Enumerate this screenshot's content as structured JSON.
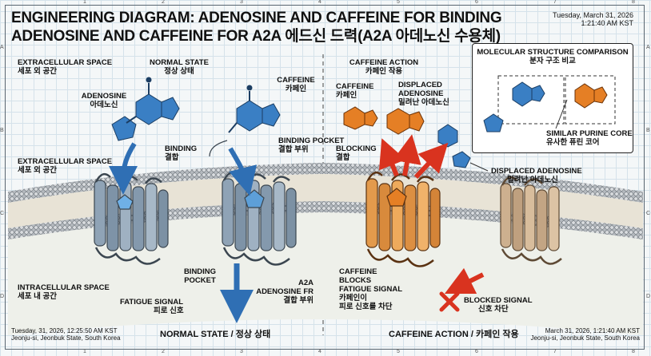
{
  "title": {
    "line1": "ENGINEERING DIAGRAM: ADENOSINE AND CAFFEINE FOR BINDING",
    "line2": "ADENOSINE AND CAFFEINE FOR A2A 에드신 드력(A2A 아데노신 수용체)"
  },
  "timestamp_top": {
    "date": "Tuesday, March 31, 2026",
    "time": "1:21:40 AM KST"
  },
  "left": {
    "extracellular_1": {
      "en": "EXTRACELLULAR SPACE",
      "ko": "세포 외 공간"
    },
    "normal_state": {
      "en": "NORMAL STATE",
      "ko": "정상 상태"
    },
    "adenosine": {
      "en": "ADENOSINE",
      "ko": "아데노신"
    },
    "caffeine": {
      "en": "CAFFEINE",
      "ko": "카페인"
    },
    "binding": {
      "en": "BINDING",
      "ko": "결합"
    },
    "binding_pocket_top": {
      "en": "BINDING POCKET",
      "ko": "결합 부위"
    },
    "extracellular_2": {
      "en": "EXTRACELLULAR SPACE",
      "ko": "세포 외 공간"
    },
    "intracellular": {
      "en": "INTRACELLULAR SPACE",
      "ko": "세포 내 공간"
    },
    "binding_pocket_bottom": {
      "en": "BINDING POCKET"
    },
    "receptor": {
      "en": "A2A ADENOSINE FR",
      "ko": "결합 부위"
    },
    "fatigue_signal": {
      "en": "FATIGUE SIGNAL",
      "ko": "피로 신호"
    },
    "footer_time": "Tuesday, 31, 2026, 12:25:50 AM KST",
    "footer_place": "Jeonju-si, Jeonbuk State, South Korea",
    "footer_title": "NORMAL STATE / 정상 상태"
  },
  "right": {
    "caffeine_action": {
      "en": "CAFFEINE ACTION",
      "ko": "카페인 작용"
    },
    "caffeine": {
      "en": "CAFFEINE",
      "ko": "카페인"
    },
    "displaced_top": {
      "en1": "DISPLACED",
      "en2": "ADENOSINE",
      "ko": "밀려난 아데노신"
    },
    "blocking": {
      "en": "BLOCKING",
      "ko": "결합"
    },
    "displaced_mid": {
      "en": "DISPLACED ADENOSINE",
      "ko": "밀려난 아데노신"
    },
    "caffeine_blocks": {
      "en1": "CAFFEINE",
      "en2": "BLOCKS",
      "en3": "FATIGUE SIGNAL",
      "ko1": "카페인이",
      "ko2": "피로 신호를 차단"
    },
    "blocked_signal": {
      "en": "BLOCKED SIGNAL",
      "ko": "신호 차단"
    },
    "footer_title": "CAFFEINE ACTION / 카페인 작용",
    "footer_time": "March 31, 2026, 1:21:40 AM KST",
    "footer_place": "Jeonju-si, Jeonbuk State, South Korea"
  },
  "inset": {
    "title_en": "MOLECULAR STRUCTURE COMPARISON",
    "title_ko": "분자 구조 비교",
    "similar_en": "SIMILAR PURINE CORE",
    "similar_ko": "유사한 퓨린 코어"
  },
  "grid_ticks": {
    "columns": [
      "1",
      "2",
      "3",
      "4",
      "5",
      "6",
      "7",
      "8"
    ],
    "rows": [
      "A",
      "B",
      "C",
      "D"
    ]
  },
  "colors": {
    "receptor_blue": "#8fa3b6",
    "receptor_orange": "#e39a4c",
    "receptor_tan": "#cdb08f",
    "membrane": "#c9cdd0",
    "arrow_blue": "#2f6fb4",
    "arrow_red": "#d9331f",
    "molecule_blue": "#3a7fc4",
    "molecule_orange": "#e57f25"
  }
}
